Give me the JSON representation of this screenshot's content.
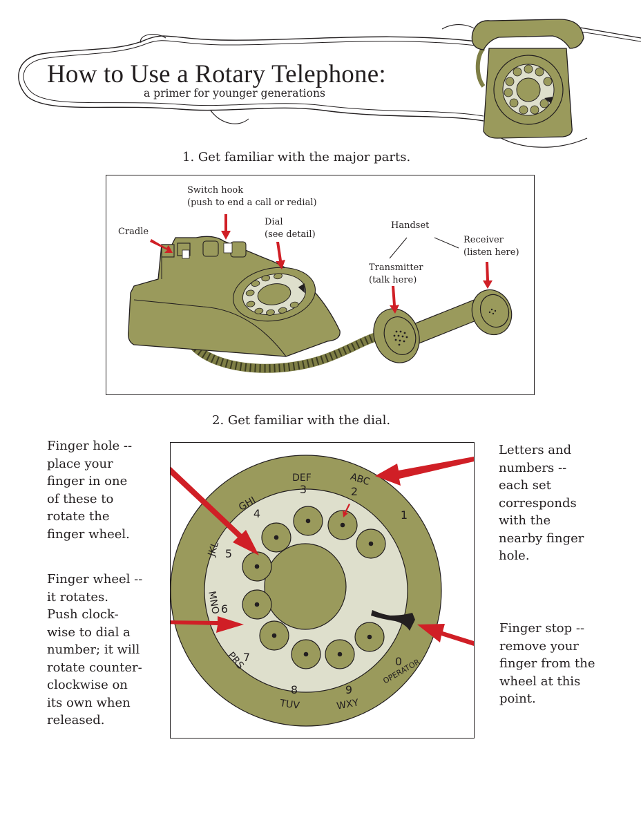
{
  "header": {
    "title": "How to Use a Rotary Telephone:",
    "subtitle": "a primer for younger generations"
  },
  "section1": {
    "heading": "1. Get familiar with the major parts.",
    "labels": {
      "switch_hook_1": "Switch hook",
      "switch_hook_2": "(push to end a call or redial)",
      "cradle": "Cradle",
      "dial_1": "Dial",
      "dial_2": "(see detail)",
      "handset": "Handset",
      "receiver_1": "Receiver",
      "receiver_2": "(listen here)",
      "transmitter_1": "Transmitter",
      "transmitter_2": "(talk here)"
    }
  },
  "section2": {
    "heading": "2. Get familiar with the dial.",
    "finger_hole": [
      "Finger hole --",
      "place your",
      "finger in one",
      "of these to",
      "rotate the",
      "finger wheel."
    ],
    "finger_wheel": [
      "Finger wheel --",
      "it rotates.",
      "Push clock-",
      "wise to dial a",
      "number; it will",
      "rotate counter-",
      "clockwise on",
      "its own when",
      "released."
    ],
    "letters_numbers": [
      "Letters and",
      "numbers --",
      "each set",
      "corresponds",
      "with the",
      "nearby finger",
      "hole."
    ],
    "finger_stop": [
      "Finger stop --",
      "remove your",
      "finger from the",
      "wheel at this",
      "point."
    ]
  },
  "dial": {
    "n1": "1",
    "n2": "2",
    "n3": "3",
    "n4": "4",
    "n5": "5",
    "n6": "6",
    "n7": "7",
    "n8": "8",
    "n9": "9",
    "n0": "0",
    "abc": "ABC",
    "def": "DEF",
    "ghi": "GHI",
    "jkl": "JKL",
    "mno": "MNO",
    "prs": "PRS",
    "tuv": "TUV",
    "wxy": "WXY",
    "operator": "OPERATOR"
  },
  "colors": {
    "olive": "#9a9a5c",
    "olive_dark": "#7e7e45",
    "cream": "#dedfcc",
    "arrow_red": "#d01f26",
    "ink": "#231f20"
  }
}
